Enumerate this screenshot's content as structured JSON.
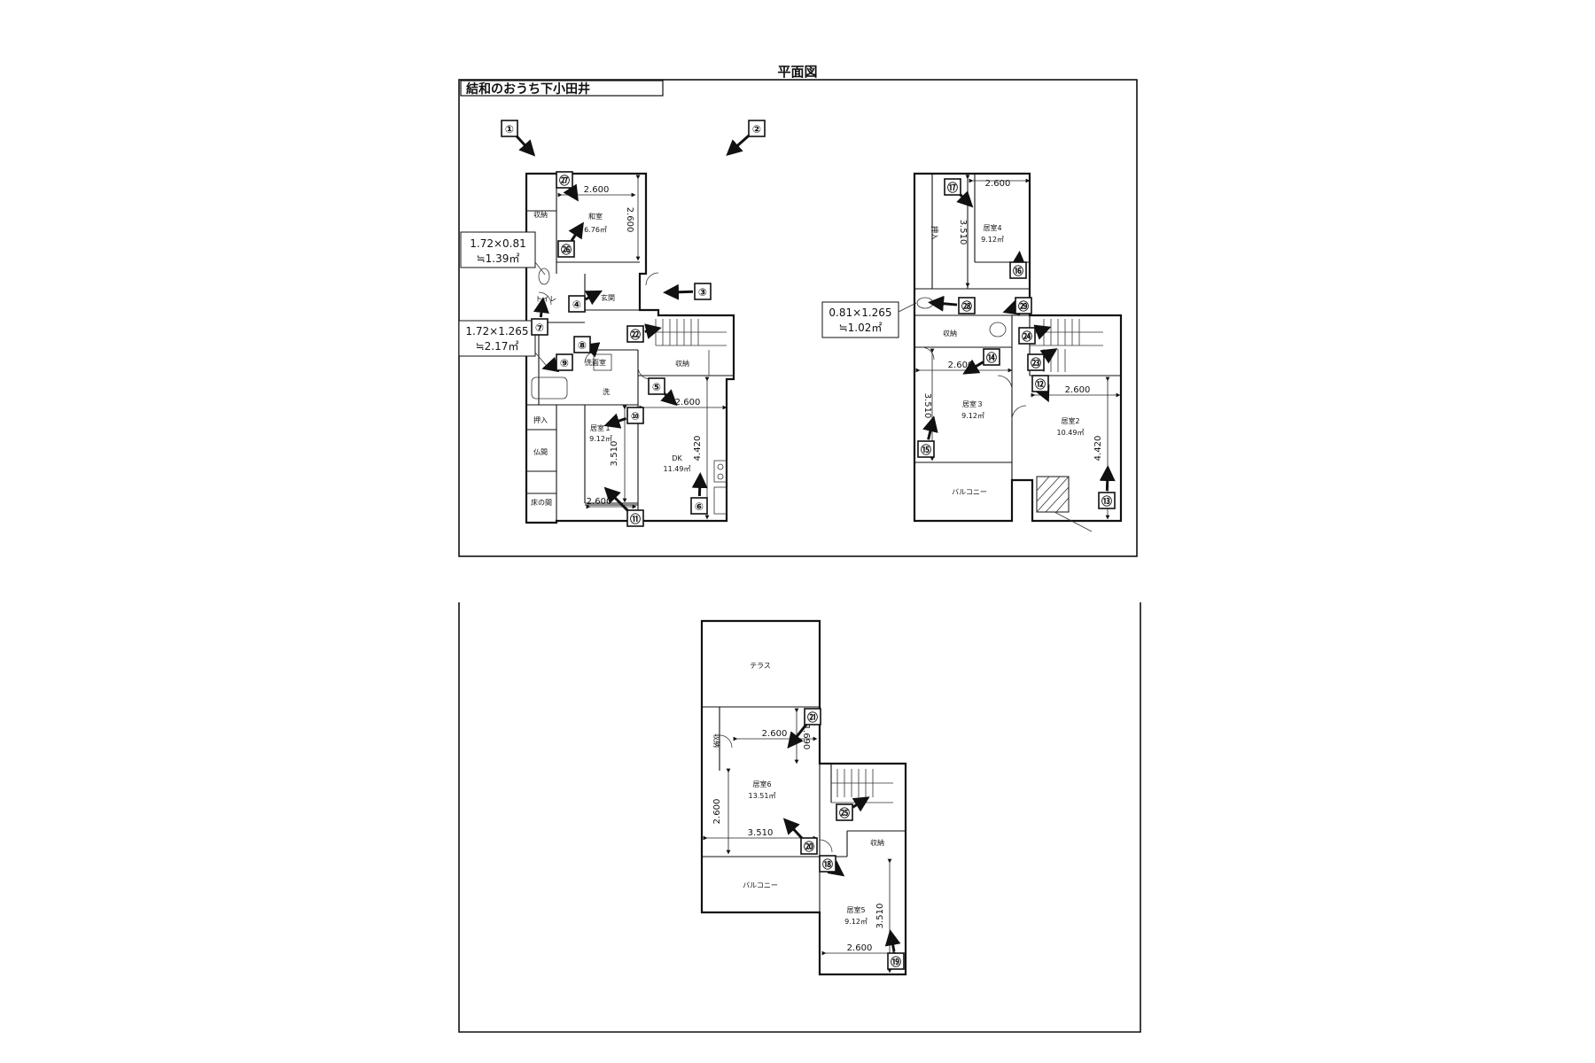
{
  "sheet": {
    "title": "平面図",
    "property_name": "結和のおうち下小田井"
  },
  "rooms": {
    "japanese_room": "和室",
    "dk": "DK",
    "dk_area": "11.49㎡",
    "room1": "居室１",
    "room1_area": "9.12㎡",
    "foyer": "玄関",
    "toilet": "トイレ",
    "storage": "収納",
    "closet": "押入",
    "butsuma": "仏間",
    "tokonoma": "床の間",
    "washroom": "洗面室",
    "washer": "洗",
    "room2": "居室2",
    "room2_area": "10.49㎡",
    "room3": "居室３",
    "room3_area": "9.12㎡",
    "room4": "居室4",
    "room4_area": "9.12㎡",
    "balcony": "バルコニー",
    "terrace": "テラス",
    "room5": "居室5",
    "room5_area": "9.12㎡",
    "room6": "居室6",
    "room6_area": "13.51㎡",
    "ja_area": "6.76㎡"
  },
  "dimensions": {
    "d2600": "2.600",
    "d3510": "3.510",
    "d4420": "4.420",
    "d1690": "1.690"
  },
  "area_notes": {
    "toilet_1_l1": "1.72×0.81",
    "toilet_1_l2": "≒1.39㎡",
    "bath_1_l1": "1.72×1.265",
    "bath_1_l2": "≒2.17㎡",
    "toilet_2_l1": "0.81×1.265",
    "toilet_2_l2": "≒1.02㎡"
  },
  "markers": [
    "①",
    "②",
    "③",
    "④",
    "⑤",
    "⑥",
    "⑦",
    "⑧",
    "⑨",
    "⑩",
    "⑪",
    "⑫",
    "⑬",
    "⑭",
    "⑮",
    "⑯",
    "⑰",
    "⑱",
    "⑲",
    "⑳",
    "㉑",
    "㉒",
    "㉓",
    "㉔",
    "㉕",
    "㉖",
    "㉗",
    "㉘",
    "㉙"
  ]
}
